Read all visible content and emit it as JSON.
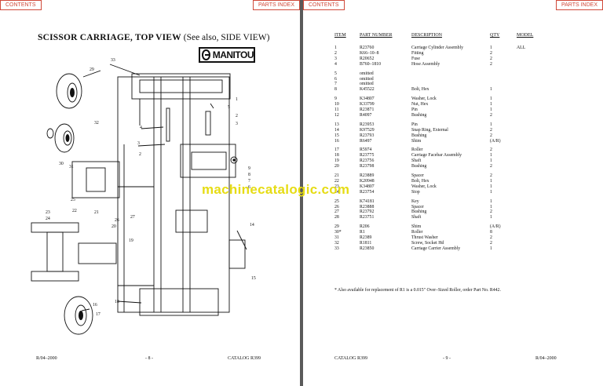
{
  "nav": {
    "left_contents": "CONTENTS",
    "left_parts_index": "PARTS INDEX",
    "right_contents": "CONTENTS",
    "right_parts_index": "PARTS INDEX"
  },
  "left_page": {
    "title_bold": "SCISSOR CARRIAGE, TOP VIEW",
    "title_normal": " (See also, SIDE VIEW)",
    "logo_text": "MANITOU",
    "footer_left": "R/04–2000",
    "footer_center": "- 8 -",
    "footer_right": "CATALOG R399",
    "callouts": [
      "33",
      "29",
      "32",
      "1",
      "5",
      "2",
      "3",
      "4",
      "3",
      "2",
      "9",
      "8",
      "7",
      "6",
      "30",
      "31",
      "25",
      "26",
      "27",
      "20",
      "23",
      "24",
      "22",
      "21",
      "19",
      "14",
      "15",
      "16",
      "17",
      "18"
    ]
  },
  "right_page": {
    "headers": {
      "item": "ITEM",
      "part": "PART NUMBER",
      "desc": "DESCRIPTION",
      "qty": "QTY",
      "model": "MODEL"
    },
    "rows": [
      {
        "item": "1",
        "part": "R23760",
        "desc": "Carriage Cylinder Assembly",
        "qty": "1",
        "model": "ALL"
      },
      {
        "item": "2",
        "part": "K66–10–8",
        "desc": "Fitting",
        "qty": "2",
        "model": ""
      },
      {
        "item": "3",
        "part": "R20652",
        "desc": "Fuse",
        "qty": "2",
        "model": ""
      },
      {
        "item": "4",
        "part": "B760–1810",
        "desc": "Hose Assembly",
        "qty": "2",
        "model": ""
      },
      {
        "item": "5",
        "part": "omitted",
        "desc": "",
        "qty": "",
        "model": ""
      },
      {
        "item": "6",
        "part": "omitted",
        "desc": "",
        "qty": "",
        "model": ""
      },
      {
        "item": "7",
        "part": "omitted",
        "desc": "",
        "qty": "",
        "model": ""
      },
      {
        "item": "8",
        "part": "K45522",
        "desc": "Bolt, Hex",
        "qty": "1",
        "model": ""
      },
      {
        "item": "9",
        "part": "K34807",
        "desc": "Washer, Lock",
        "qty": "1",
        "model": ""
      },
      {
        "item": "10",
        "part": "K33799",
        "desc": "Nut, Hex",
        "qty": "1",
        "model": ""
      },
      {
        "item": "11",
        "part": "R23871",
        "desc": "Pin",
        "qty": "1",
        "model": ""
      },
      {
        "item": "12",
        "part": "R4097",
        "desc": "Bushing",
        "qty": "2",
        "model": ""
      },
      {
        "item": "13",
        "part": "R23953",
        "desc": "Pin",
        "qty": "1",
        "model": ""
      },
      {
        "item": "14",
        "part": "K97529",
        "desc": "Snap Ring, External",
        "qty": "2",
        "model": ""
      },
      {
        "item": "15",
        "part": "R23793",
        "desc": "Bushing",
        "qty": "2",
        "model": ""
      },
      {
        "item": "16",
        "part": "R6497",
        "desc": "Shim",
        "qty": "(A/R)",
        "model": ""
      },
      {
        "item": "17",
        "part": "R5974",
        "desc": "Roller",
        "qty": "2",
        "model": ""
      },
      {
        "item": "18",
        "part": "R23775",
        "desc": "Carriage Facebar Assembly",
        "qty": "1",
        "model": ""
      },
      {
        "item": "19",
        "part": "R23756",
        "desc": "Shaft",
        "qty": "1",
        "model": ""
      },
      {
        "item": "20",
        "part": "R23798",
        "desc": "Bushing",
        "qty": "2",
        "model": ""
      },
      {
        "item": "21",
        "part": "R23889",
        "desc": "Spacer",
        "qty": "2",
        "model": ""
      },
      {
        "item": "22",
        "part": "K20948",
        "desc": "Bolt, Hex",
        "qty": "1",
        "model": ""
      },
      {
        "item": "23",
        "part": "K34807",
        "desc": "Washer, Lock",
        "qty": "1",
        "model": ""
      },
      {
        "item": "24",
        "part": "R23754",
        "desc": "Stop",
        "qty": "1",
        "model": ""
      },
      {
        "item": "25",
        "part": "K74181",
        "desc": "Key",
        "qty": "1",
        "model": ""
      },
      {
        "item": "26",
        "part": "R23888",
        "desc": "Spacer",
        "qty": "1",
        "model": ""
      },
      {
        "item": "27",
        "part": "R23792",
        "desc": "Bushing",
        "qty": "2",
        "model": ""
      },
      {
        "item": "28",
        "part": "R23751",
        "desc": "Shaft",
        "qty": "1",
        "model": ""
      },
      {
        "item": "29",
        "part": "R206",
        "desc": "Shim",
        "qty": "(A/R)",
        "model": ""
      },
      {
        "item": "30*",
        "part": "R1",
        "desc": "Roller",
        "qty": "8",
        "model": ""
      },
      {
        "item": "31",
        "part": "R2389",
        "desc": "Thrust Washer",
        "qty": "2",
        "model": ""
      },
      {
        "item": "32",
        "part": "R1811",
        "desc": "Screw, Socket Hd",
        "qty": "2",
        "model": ""
      },
      {
        "item": "33",
        "part": "R23850",
        "desc": "Carriage Carrier Assembly",
        "qty": "1",
        "model": ""
      }
    ],
    "note": "* Also available for replacement of R1 is a 0.015\" Over–Sized Roller, order Part No. R442.",
    "footer_left": "CATALOG R399",
    "footer_center": "- 9 -",
    "footer_right": "R/04–2000"
  },
  "watermark": "machinecatalogic.com"
}
